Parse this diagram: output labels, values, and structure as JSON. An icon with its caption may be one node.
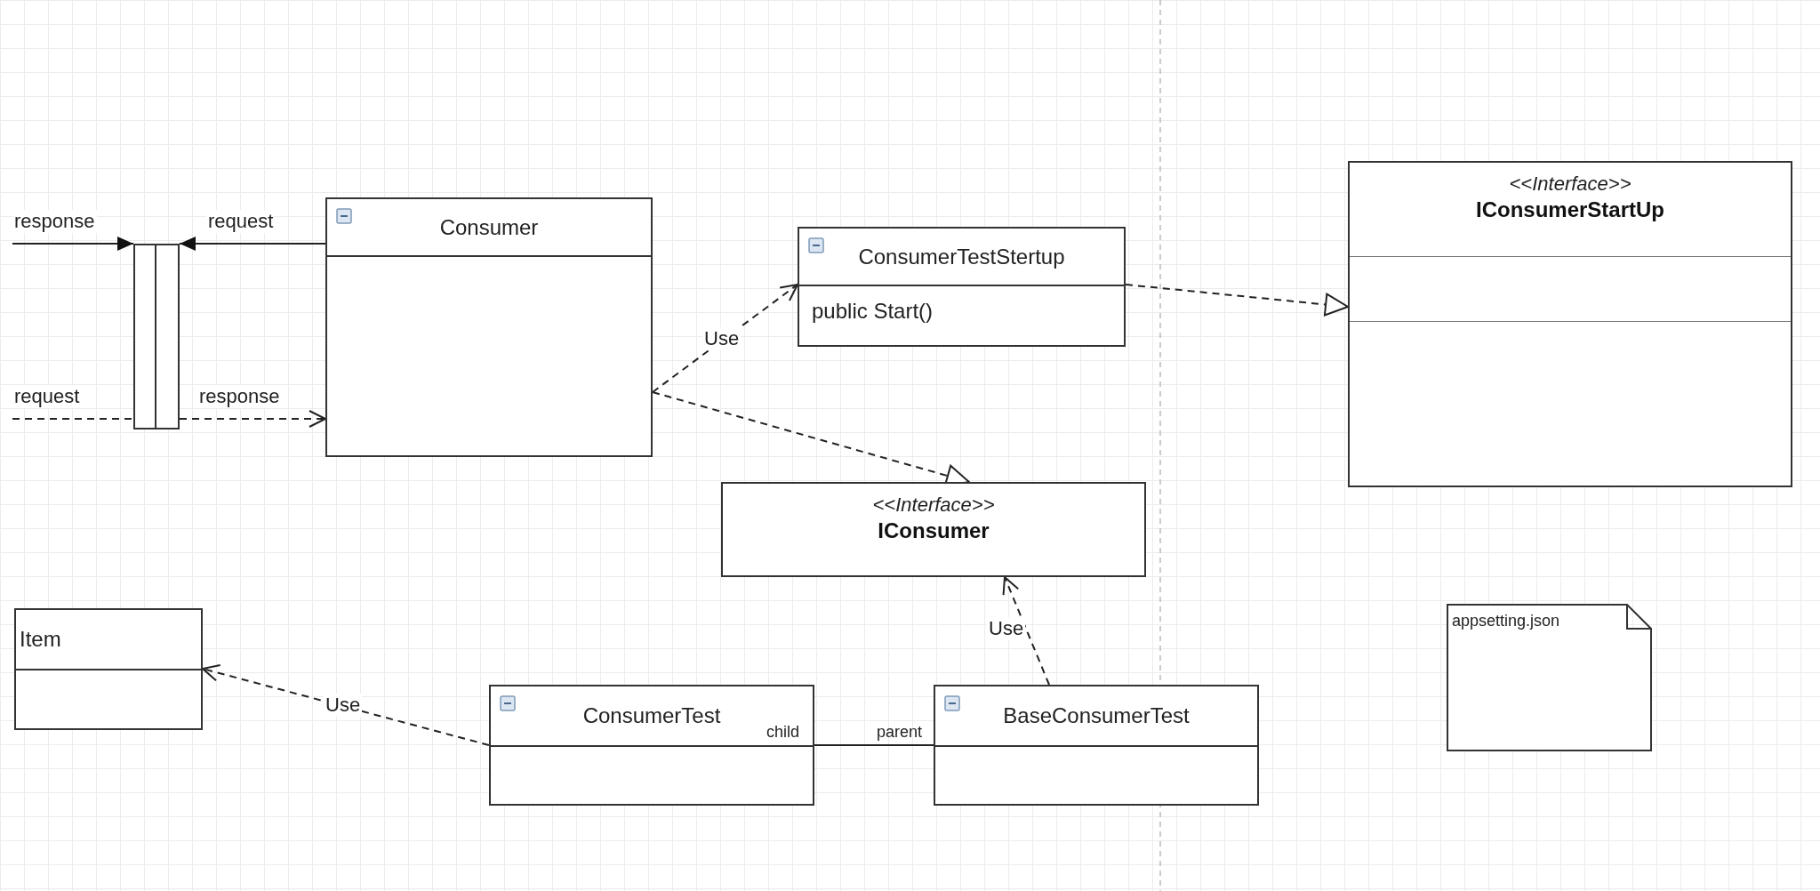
{
  "diagram": {
    "nodes": [
      {
        "text": [],
        "shape": "bar"
      },
      {
        "text": [
          "Consumer"
        ]
      },
      {
        "text": [
          "ConsumerTestStertup",
          "public Start()"
        ]
      },
      {
        "text": [
          "<<Interface>>",
          "IConsumerStartUp"
        ]
      },
      {
        "text": [
          "<<Interface>>",
          "IConsumer"
        ]
      },
      {
        "text": [
          "Item"
        ]
      },
      {
        "text": [
          "ConsumerTest"
        ]
      },
      {
        "text": [
          "BaseConsumerTest"
        ]
      },
      {
        "text": [
          "appsetting.json"
        ]
      }
    ],
    "edges": [
      {
        "from": null,
        "to": 0,
        "arrow": "to",
        "label": "response"
      },
      {
        "from": 1,
        "to": 0,
        "arrow": "to",
        "label": "request"
      },
      {
        "from": null,
        "to": 0,
        "arrow": "none",
        "label": "request",
        "style": "dashed"
      },
      {
        "from": 0,
        "to": 1,
        "arrow": "to",
        "label": "response",
        "style": "dashed"
      },
      {
        "from": 1,
        "to": 2,
        "arrow": "to",
        "label": "Use",
        "style": "dashed"
      },
      {
        "from": 1,
        "to": 4,
        "arrow": "to",
        "style": "dashed"
      },
      {
        "from": 2,
        "to": 3,
        "arrow": "to",
        "style": "dashed"
      },
      {
        "from": 6,
        "to": 5,
        "arrow": "to",
        "label": "Use",
        "style": "dashed"
      },
      {
        "from": 7,
        "to": 4,
        "arrow": "to",
        "label": "Use",
        "style": "dashed"
      },
      {
        "from": 6,
        "to": 7,
        "arrow": "none"
      }
    ],
    "labels": [
      "child",
      "parent"
    ]
  }
}
